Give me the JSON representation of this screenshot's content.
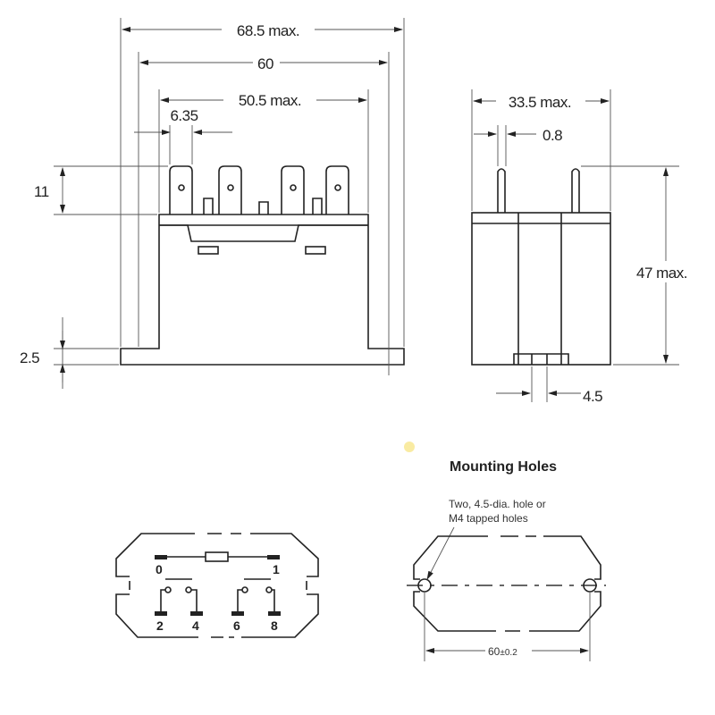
{
  "front_view": {
    "width_overall": "68.5 max.",
    "mount_pitch": "60",
    "body_width": "50.5 max.",
    "terminal_pitch": "6.35",
    "terminal_height": "11",
    "base_thickness": "2.5"
  },
  "side_view": {
    "depth": "33.5 max.",
    "terminal_thickness": "0.8",
    "height": "47 max.",
    "slot_width": "4.5"
  },
  "terminal_arrangement": {
    "pins": [
      "0",
      "1",
      "2",
      "4",
      "6",
      "8"
    ]
  },
  "mounting_holes": {
    "title": "Mounting Holes",
    "note_line1": "Two, 4.5-dia. hole or",
    "note_line2": "M4 tapped holes",
    "hole_pitch": "60",
    "hole_tolerance": "±0.2"
  },
  "colors": {
    "line": "#222222",
    "artifact": "#f7e27a"
  }
}
